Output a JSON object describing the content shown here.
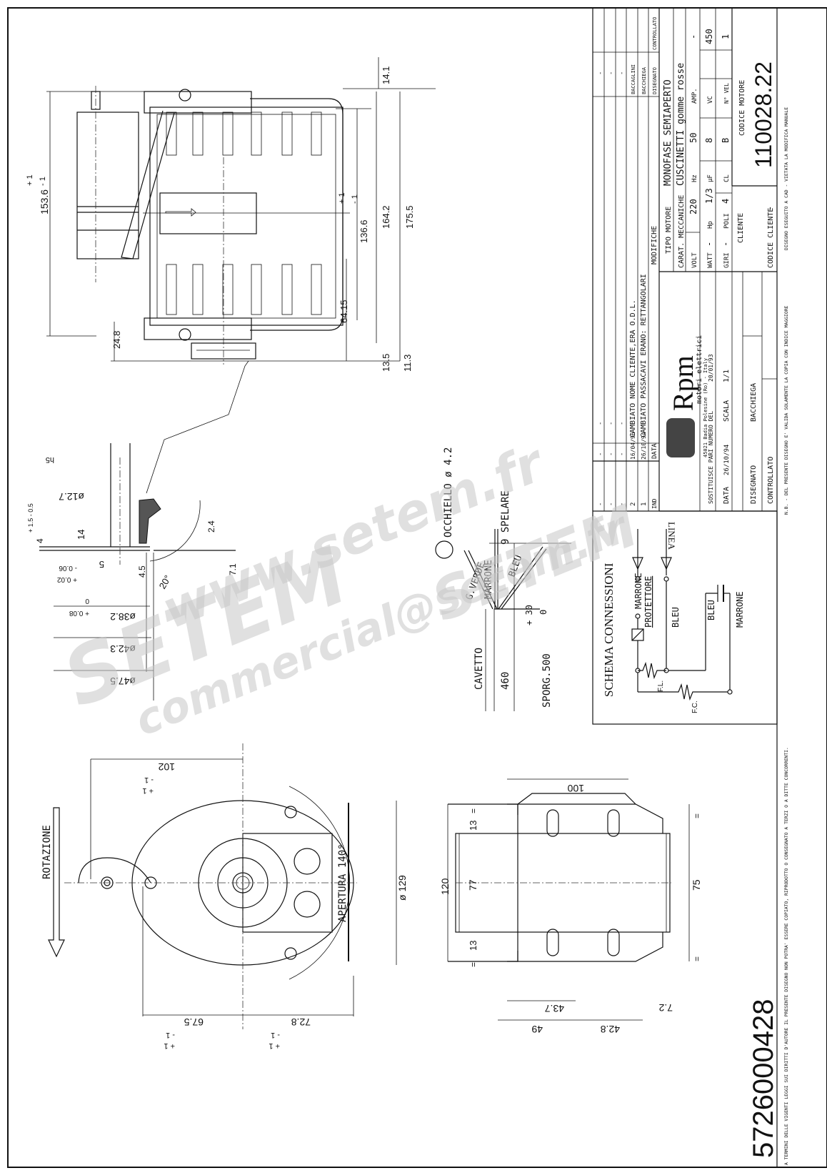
{
  "drawing_number": "5726000428",
  "watermark": {
    "line1": "www.setem.fr",
    "line2": "SETEM",
    "line2b": "SETEM",
    "line3": "commercial@setem.fr"
  },
  "title_block": {
    "revisions": {
      "header": {
        "ind": "IND",
        "data": "DATA",
        "modifiche": "MODIFICHE"
      },
      "rows": [
        {
          "ind": "-",
          "data": "-",
          "desc": "-",
          "by": "-"
        },
        {
          "ind": "-",
          "data": "-",
          "desc": "-",
          "by": "-"
        },
        {
          "ind": "-",
          "data": "-",
          "desc": "-",
          "by": "-"
        },
        {
          "ind": "2",
          "data": "16/04/96",
          "desc": "CAMBIATO NOME CLIENTE,ERA O.D.L.",
          "by": "BACCAGLINI"
        },
        {
          "ind": "1",
          "data": "26/10/94",
          "desc": "CAMBIATO PASSACAVI ERANO: RETTANGOLARI",
          "by": "BACCHIEGA"
        }
      ],
      "sign_headers": {
        "disegnato": "DISEGNATO",
        "controllato": "CONTROLLATO"
      }
    },
    "company": {
      "logo": "Rpm",
      "subtitle": "motori elettrici",
      "address": "45021 Badia Polesine (Ro) - Italy"
    },
    "sostituisce_label": "SOSTITUISCE PARI NUMERO DEL",
    "sostituisce_date": "20/01/93",
    "data_label": "DATA",
    "data_value": "26/10/94",
    "scala_label": "SCALA",
    "scala_value": "1/1",
    "disegnato_label": "DISEGNATO",
    "disegnato_value": "BACCHIEGA",
    "controllato_label": "CONTROLLATO",
    "controllato_value": "",
    "tipo_motore_label": "TIPO MOTORE",
    "tipo_motore_value": "MONOFASE SEMIAPERTO",
    "carat_label": "CARAT. MECCANICHE",
    "carat_value": "CUSCINETTI gomme rosse",
    "specs": [
      [
        {
          "k": "VOLT",
          "v": "220"
        },
        {
          "k": "Hz",
          "v": "50"
        },
        {
          "k": "AMP.",
          "v": "-"
        }
      ],
      [
        {
          "k": "WATT",
          "v": "-"
        },
        {
          "k": "Hp",
          "v": "1/3"
        },
        {
          "k": "μF",
          "v": "8"
        },
        {
          "k": "VC",
          "v": "450"
        }
      ],
      [
        {
          "k": "GIRI",
          "v": "-"
        },
        {
          "k": "POLI",
          "v": "4"
        },
        {
          "k": "CL",
          "v": "B"
        },
        {
          "k": "N° VEL",
          "v": "1"
        }
      ]
    ],
    "cliente_label": "CLIENTE",
    "cliente_value": "",
    "codice_cliente_label": "CODICE CLIENTE",
    "codice_cliente_value": "-",
    "codice_motore_label": "CODICE MOTORE",
    "codice_motore_value": "110028.22"
  },
  "footer_notes": {
    "left": "A TERMINI DELLE VIGENTI LEGGI SUI DIRITTI D'AUTORE IL PRESENTE DISEGNO NON POTRA' ESSERE COPIATO, RIPRODOTTO O CONSEGNATO A TERZI O A DITTE CONCORRENTI.",
    "middle": "N.B. - DEL PRESENTE DISEGNO E' VALIDA SOLAMENTE LA COPIA CON INDICE MAGGIORE",
    "right": "DISEGNO ESEGUITO A CAD - VIETATA LA MODIFICA MANUALE"
  },
  "schema": {
    "title": "SCHEMA CONNESSIONI",
    "linea": "LINEA",
    "marrone_top": "MARRONE",
    "protettore": "PROTETTORE",
    "bleu1": "BLEU",
    "bleu2": "BLEU",
    "marrone_bottom": "MARRONE",
    "fl": "F.L.",
    "fc": "F.C."
  },
  "side_view": {
    "dims": {
      "d153_6": "153.6",
      "d153_tol_plus": "+ 1",
      "d153_tol_minus": "- 1",
      "d14_1": "14.1",
      "d136_6": "136.6",
      "d164_2": "164.2",
      "d175_5": "175.5",
      "d64_15": "64.15",
      "tol_plus": "+ 1",
      "tol_minus": "- 1",
      "d24_8": "24.8",
      "d13_5": "13.5",
      "d11_3": "11.3"
    }
  },
  "shaft_detail": {
    "d12_7": "ø12.7",
    "h5": "h5",
    "d14": "14",
    "d4": "4",
    "d4_tol": "+ 1.5  - 0.5",
    "d5": "5",
    "d5_tol_plus": "+ 0.02",
    "d5_tol_minus": "- 0.06",
    "d4_5": "4.5",
    "d2_4": "2.4",
    "d7_1": "7.1",
    "angle": "20°",
    "d38_2": "ø38.2",
    "d38_tol_plus": "+ 0.08",
    "d38_tol_minus": "0",
    "d42_3": "ø42.3",
    "d47_5": "ø47.5"
  },
  "cable_detail": {
    "occhiello": "OCCHIELLO ø 4.2",
    "spelare": "9  SPELARE",
    "g_verde": "G.VERDE",
    "marrone": "MARRONE",
    "bleu": "BLEU",
    "cavetto": "CAVETTO",
    "d460": "460",
    "sporg": "SPORG.500",
    "sporg_tol_plus": "+ 30",
    "sporg_tol_minus": "0"
  },
  "front_view": {
    "rotazione": "ROTAZIONE",
    "apertura": "APERTURA 140°",
    "d129": "ø 129",
    "d102": "102",
    "d67_5": "67.5",
    "d72_8": "72.8",
    "tol_plus": "+ 1",
    "tol_minus": "- 1"
  },
  "bracket_view": {
    "d100": "100",
    "d120": "120",
    "d77": "77",
    "d75": "75",
    "d13a": "13",
    "d13b": "13",
    "eq": "=",
    "d43_7": "43.7",
    "d49": "49",
    "d42_8": "42.8",
    "d7_2": "7.2"
  }
}
